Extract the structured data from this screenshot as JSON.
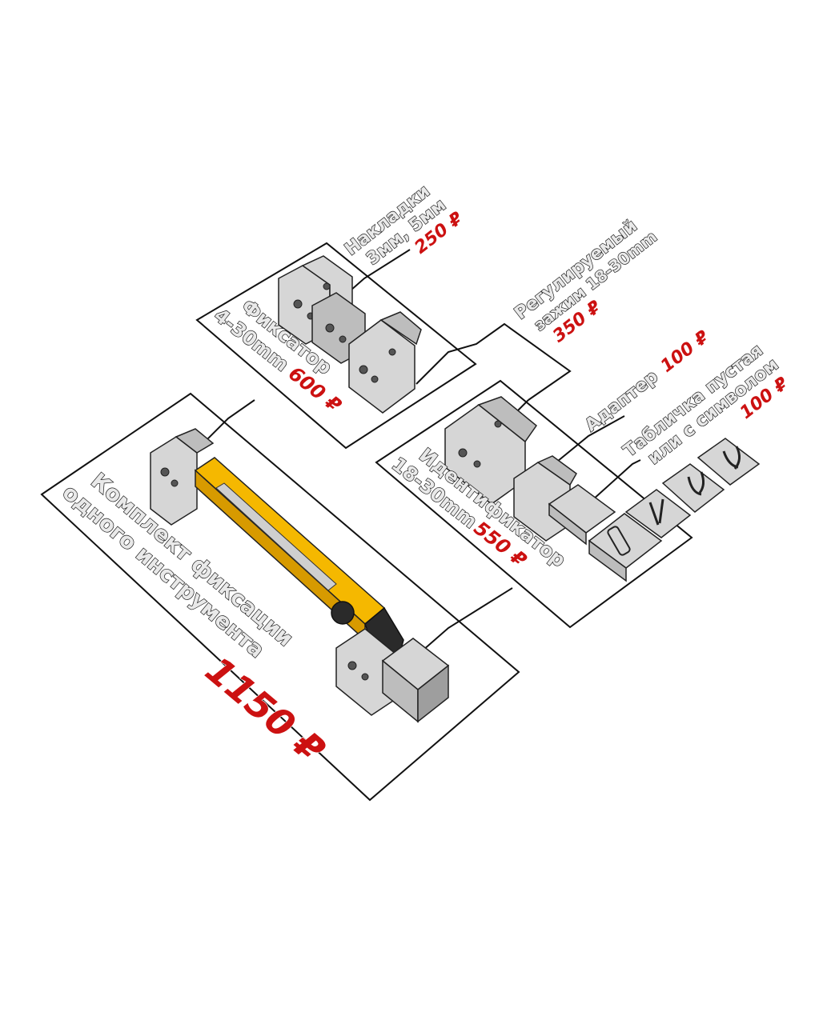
{
  "labels": {
    "nakladki": {
      "line1": "Накладки",
      "line2": "3мм, 5мм",
      "price": "250 ₽"
    },
    "fiksator": {
      "line1": "Фиксатор",
      "line2": "4-30mm",
      "price": "600 ₽"
    },
    "zazhim": {
      "line1": "Регулируемый",
      "line2": "зажим 18-30mm",
      "price": "350 ₽"
    },
    "adapter": {
      "line1": "Адаптер",
      "price": "100 ₽"
    },
    "tablichka": {
      "line1": "Табличка пустая",
      "line2": "или с символом",
      "price": "100 ₽"
    },
    "identifikator": {
      "line1": "Идентификатор",
      "line2": "18-30mm",
      "price": "550 ₽"
    },
    "komplekt": {
      "line1": "Комплект фиксации",
      "line2": "одного инструмента",
      "price": "1150 ₽"
    }
  },
  "icons": [
    "pliers-icon",
    "wire-cutters-icon",
    "side-cutters-icon",
    "knife-icon"
  ],
  "colors": {
    "price": "#cc1111",
    "tool_yellow": "#f5b800",
    "part_gray": "#d6d6d6"
  }
}
